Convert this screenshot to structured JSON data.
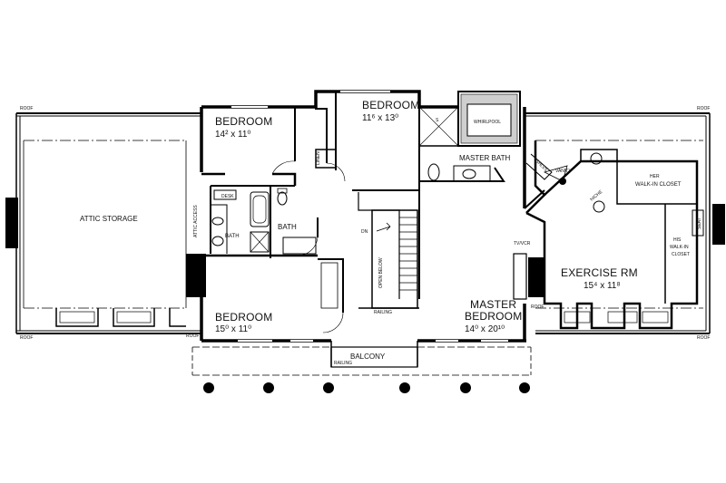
{
  "rooms": {
    "attic_storage": "ATTIC STORAGE",
    "bedroom_1": {
      "name": "BEDROOM",
      "size": "14² x 11⁰"
    },
    "bedroom_2": {
      "name": "BEDROOM",
      "size": "11⁶ x 13⁰"
    },
    "bedroom_3": {
      "name": "BEDROOM",
      "size": "15⁰ x 11⁰"
    },
    "master_bedroom": {
      "name_line1": "MASTER",
      "name_line2": "BEDROOM",
      "size": "14⁰ x 20¹⁰"
    },
    "master_bath": "MASTER BATH",
    "whirlpool": "WHIRLPOOL",
    "exercise_rm": {
      "name": "EXERCISE RM",
      "size": "15⁴ x 11⁸"
    },
    "her_closet": {
      "line1": "HER",
      "line2": "WALK-IN CLOSET"
    },
    "his_closet": {
      "line1": "HIS",
      "line2": "WALK-IN",
      "line3": "CLOSET"
    },
    "bath_a": "BATH",
    "bath_b": "BATH",
    "balcony": "BALCONY"
  },
  "labels": {
    "roof": "ROOF",
    "linen": "LINEN",
    "desk": "DESK",
    "attic_access": "ATTIC ACCESS",
    "open_below": "OPEN BELOW",
    "dn": "DN",
    "railing": "RAILING",
    "tv_vcr": "TV/VCR",
    "seat": "SEAT",
    "shelves": "SHLVS",
    "vanity": "VANITY",
    "niche": "NICHE",
    "s": "S"
  }
}
